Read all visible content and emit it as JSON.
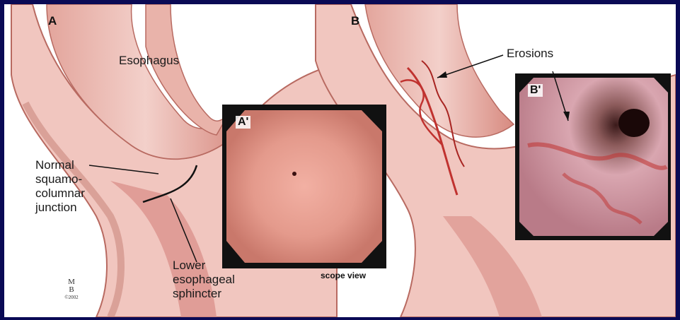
{
  "panels": {
    "a": "A",
    "b": "B"
  },
  "insets": {
    "a_prime": "A'",
    "b_prime": "B'"
  },
  "labels": {
    "esophagus": "Esophagus",
    "erosions": "Erosions",
    "normal_junction": [
      "Normal",
      "squamo-",
      "columnar",
      "junction"
    ],
    "les": [
      "Lower",
      "esophageal",
      "sphincter"
    ],
    "scope_view": "scope view"
  },
  "signature": {
    "initials": [
      "M",
      "B"
    ],
    "year": "©2002"
  },
  "colors": {
    "border": "#0a0a55",
    "tissue": "#d98c86",
    "lumen": "#f4d6d1",
    "erosion": "#c0322f",
    "inset_border": "#111111"
  }
}
